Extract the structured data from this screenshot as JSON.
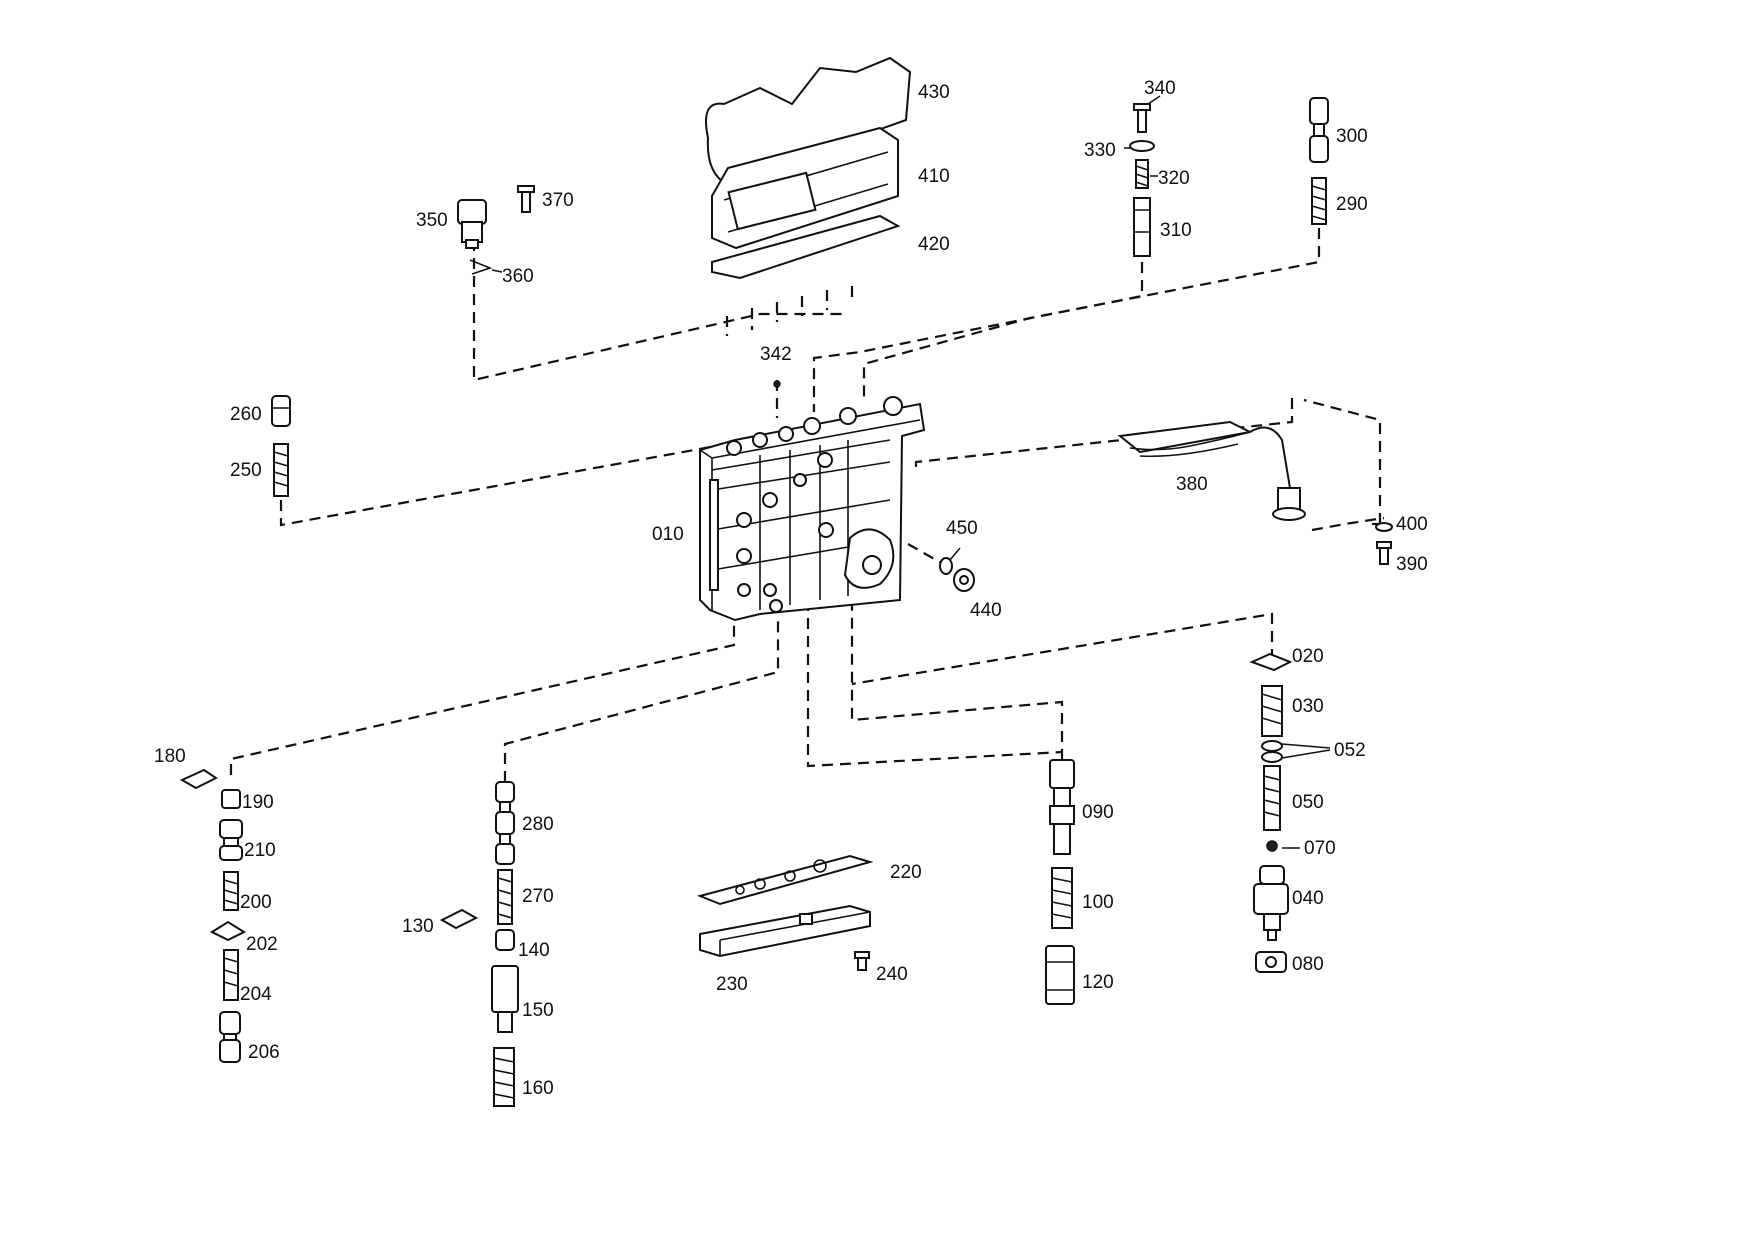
{
  "parts": [
    {
      "id": "p430",
      "label": "430",
      "icon": "gasket-frame-icon"
    },
    {
      "id": "p410",
      "label": "410",
      "icon": "cover-icon"
    },
    {
      "id": "p420",
      "label": "420",
      "icon": "gasket-icon"
    },
    {
      "id": "p342",
      "label": "342",
      "icon": "pin-icon"
    },
    {
      "id": "p350",
      "label": "350",
      "icon": "sensor-icon"
    },
    {
      "id": "p370",
      "label": "370",
      "icon": "screw-icon"
    },
    {
      "id": "p360",
      "label": "360",
      "icon": "clip-icon"
    },
    {
      "id": "p340",
      "label": "340",
      "icon": "screw-icon"
    },
    {
      "id": "p330",
      "label": "330",
      "icon": "washer-icon"
    },
    {
      "id": "p320",
      "label": "320",
      "icon": "spring-icon"
    },
    {
      "id": "p310",
      "label": "310",
      "icon": "piston-icon"
    },
    {
      "id": "p300",
      "label": "300",
      "icon": "valve-spool-icon"
    },
    {
      "id": "p290",
      "label": "290",
      "icon": "spring-icon"
    },
    {
      "id": "p260",
      "label": "260",
      "icon": "plug-icon"
    },
    {
      "id": "p250",
      "label": "250",
      "icon": "spring-icon"
    },
    {
      "id": "p010",
      "label": "010",
      "icon": "valve-body-icon"
    },
    {
      "id": "p450",
      "label": "450",
      "icon": "o-ring-icon"
    },
    {
      "id": "p440",
      "label": "440",
      "icon": "plug-icon"
    },
    {
      "id": "p380",
      "label": "380",
      "icon": "wiring-harness-icon"
    },
    {
      "id": "p400",
      "label": "400",
      "icon": "washer-icon"
    },
    {
      "id": "p390",
      "label": "390",
      "icon": "screw-icon"
    },
    {
      "id": "p020",
      "label": "020",
      "icon": "plate-icon"
    },
    {
      "id": "p030",
      "label": "030",
      "icon": "spring-icon"
    },
    {
      "id": "p052",
      "label": "052",
      "icon": "shim-icon"
    },
    {
      "id": "p050",
      "label": "050",
      "icon": "spring-icon"
    },
    {
      "id": "p070",
      "label": "070",
      "icon": "ball-icon"
    },
    {
      "id": "p040",
      "label": "040",
      "icon": "valve-icon"
    },
    {
      "id": "p080",
      "label": "080",
      "icon": "nut-icon"
    },
    {
      "id": "p090",
      "label": "090",
      "icon": "piston-icon"
    },
    {
      "id": "p100",
      "label": "100",
      "icon": "spring-icon"
    },
    {
      "id": "p120",
      "label": "120",
      "icon": "plug-icon"
    },
    {
      "id": "p180",
      "label": "180",
      "icon": "retainer-plate-icon"
    },
    {
      "id": "p190",
      "label": "190",
      "icon": "plug-icon"
    },
    {
      "id": "p210",
      "label": "210",
      "icon": "valve-spool-icon"
    },
    {
      "id": "p200",
      "label": "200",
      "icon": "spring-icon"
    },
    {
      "id": "p202",
      "label": "202",
      "icon": "plate-icon"
    },
    {
      "id": "p204",
      "label": "204",
      "icon": "spring-icon"
    },
    {
      "id": "p206",
      "label": "206",
      "icon": "valve-spool-icon"
    },
    {
      "id": "p280",
      "label": "280",
      "icon": "valve-spool-icon"
    },
    {
      "id": "p270",
      "label": "270",
      "icon": "spring-icon"
    },
    {
      "id": "p130",
      "label": "130",
      "icon": "retainer-plate-icon"
    },
    {
      "id": "p140",
      "label": "140",
      "icon": "plug-icon"
    },
    {
      "id": "p150",
      "label": "150",
      "icon": "piston-icon"
    },
    {
      "id": "p160",
      "label": "160",
      "icon": "spring-icon"
    },
    {
      "id": "p220",
      "label": "220",
      "icon": "intermediate-plate-icon"
    },
    {
      "id": "p230",
      "label": "230",
      "icon": "cover-plate-icon"
    },
    {
      "id": "p240",
      "label": "240",
      "icon": "screw-icon"
    }
  ]
}
